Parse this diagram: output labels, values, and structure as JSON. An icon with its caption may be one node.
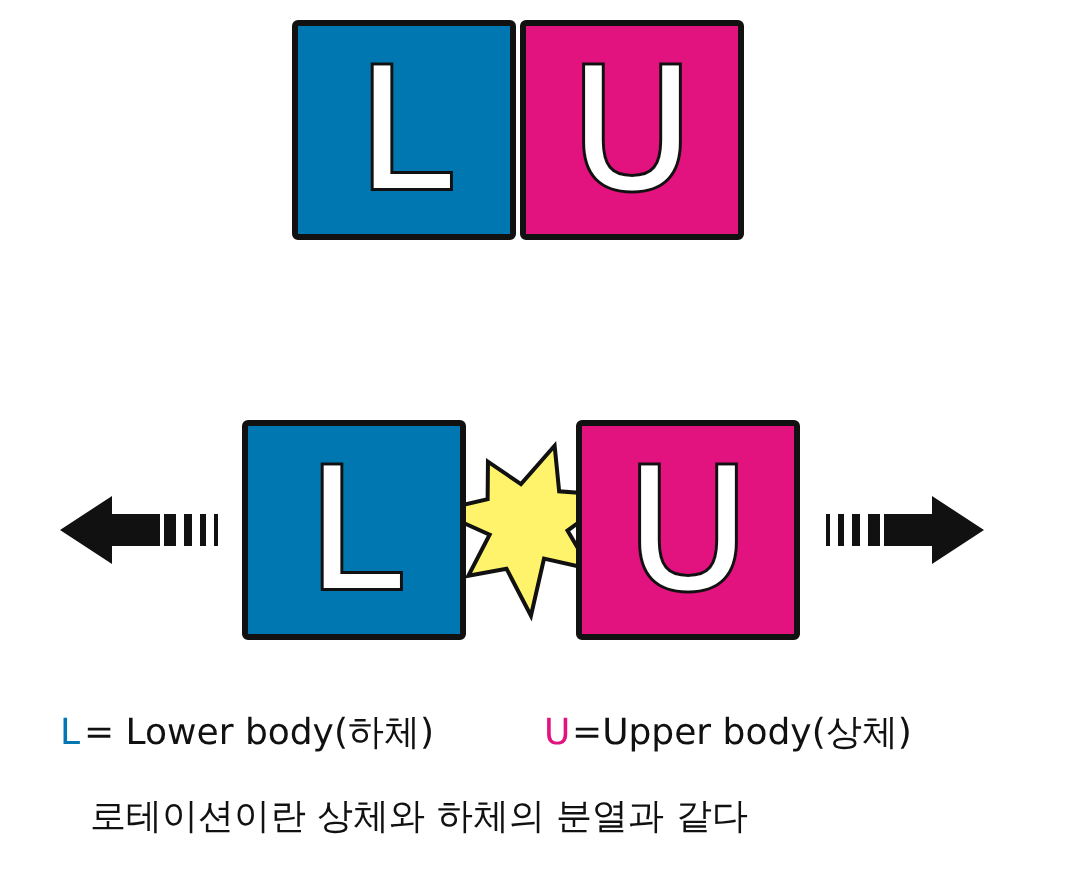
{
  "diagram": {
    "nodes": [
      {
        "text": [
          "L"
        ]
      },
      {
        "text": [
          "U"
        ]
      },
      {
        "text": [
          "L"
        ]
      },
      {
        "text": [
          "U"
        ]
      }
    ],
    "labels": [
      "L",
      "= Lower body(하체)",
      "U",
      "=Upper body(상체)",
      "로테이션이란 상체와 하체의 분열과 같다"
    ]
  }
}
